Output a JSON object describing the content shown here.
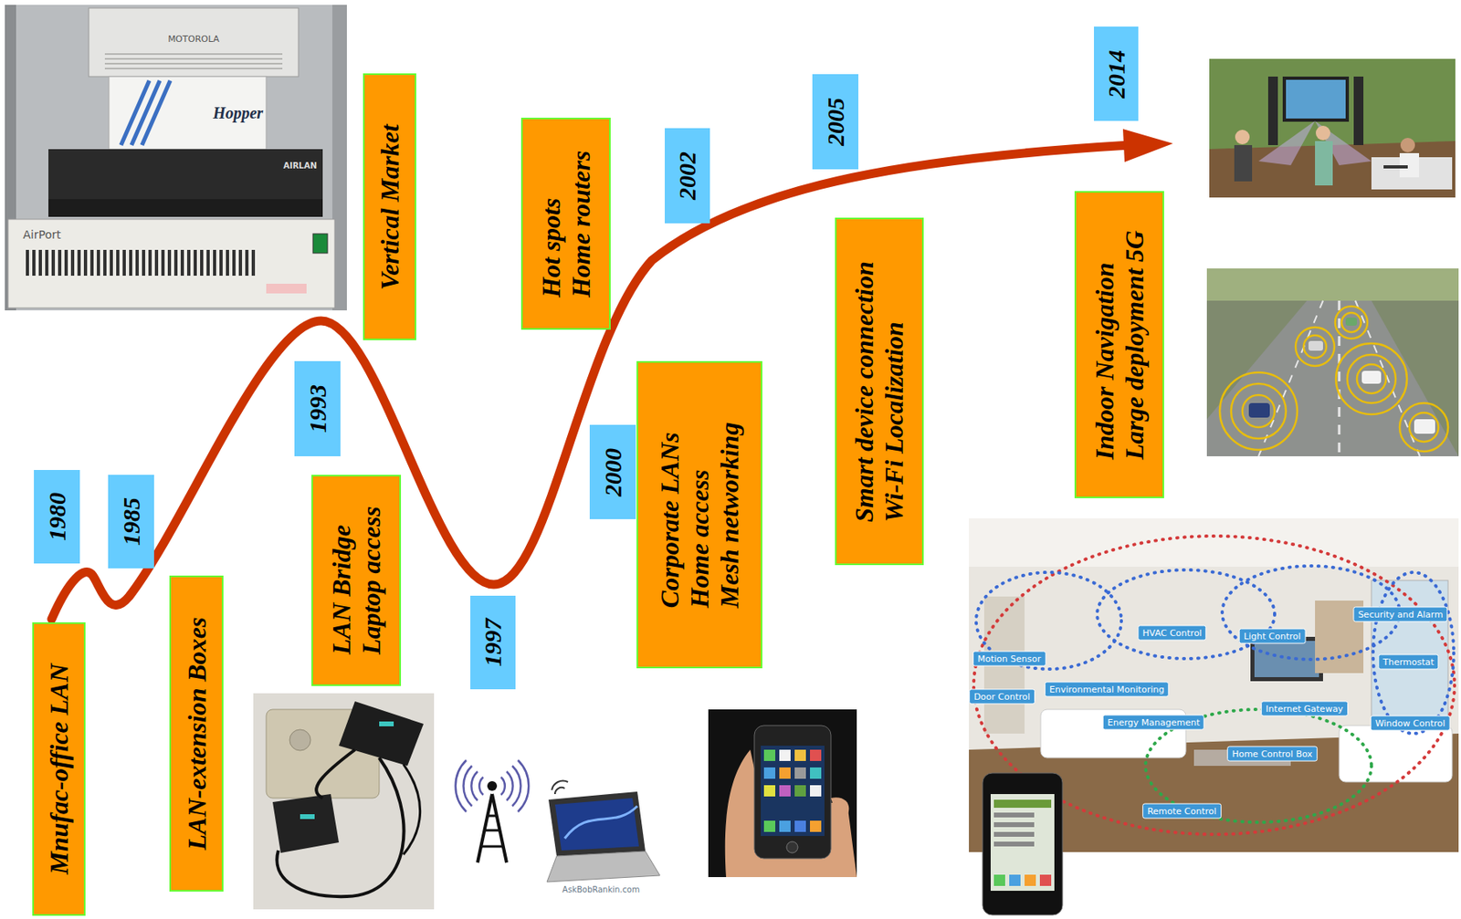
{
  "diagram": {
    "nodes": [
      {
        "text": [
          "Mnufac-office LAN"
        ]
      },
      {
        "text": [
          "1980"
        ]
      },
      {
        "text": [
          "1985"
        ]
      },
      {
        "text": [
          "LAN-extension Boxes"
        ]
      },
      {
        "text": [
          "1993"
        ]
      },
      {
        "text": [
          "LAN Bridge",
          "Laptop access"
        ]
      },
      {
        "text": [
          "Vertical Market"
        ]
      },
      {
        "text": [
          "1997"
        ]
      },
      {
        "text": [
          "Hot spots",
          "Home routers"
        ]
      },
      {
        "text": [
          "2000"
        ]
      },
      {
        "text": [
          "Corporate LANs",
          "Home access",
          "Mesh networking"
        ]
      },
      {
        "text": [
          "2002"
        ]
      },
      {
        "text": [
          "2005"
        ]
      },
      {
        "text": [
          "Smart device connection",
          "Wi-Fi Localization"
        ]
      },
      {
        "text": [
          "Indoor Navigation",
          "Large deployment 5G"
        ]
      },
      {
        "text": [
          "2014"
        ]
      }
    ],
    "labels": [
      "MOTOROLA",
      "Hopper",
      "AIRLAN",
      "AirPort",
      "AskBobRankin.com",
      "Motion Sensor",
      "Door Control",
      "Environmental Monitoring",
      "HVAC Control",
      "Light Control",
      "Security and Alarm",
      "Thermostat",
      "Window Control",
      "Internet Gateway",
      "Energy Management",
      "Home Control Box",
      "Remote Control"
    ]
  }
}
